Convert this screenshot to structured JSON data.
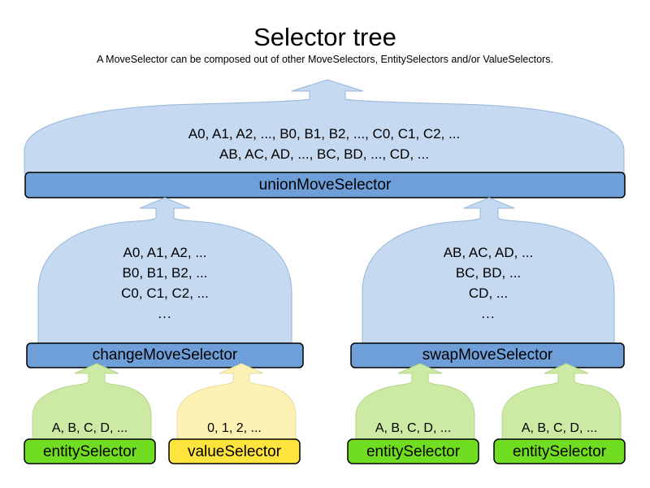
{
  "page": {
    "title": "Selector tree",
    "subtitle": "A MoveSelector can be composed out of other MoveSelectors, EntitySelectors and/or ValueSelectors."
  },
  "colors": {
    "move_fill": "#c5d9f1",
    "move_bar": "#6f9fd8",
    "entity_fill": "#cdeaa4",
    "entity_bar": "#70dd21",
    "value_fill": "#fdf2b4",
    "value_bar": "#ffe43d",
    "outline": "#000000",
    "background": "#ffffff"
  },
  "tree": {
    "root": {
      "id": "union-move-selector",
      "label": "unionMoveSelector",
      "kind": "move-selector",
      "content_lines": [
        "A0, A1, A2, ..., B0, B1, B2, ..., C0, C1, C2, ...",
        "AB, AC, AD, ..., BC, BD, ..., CD, ..."
      ]
    },
    "mid": [
      {
        "id": "change-move-selector",
        "label": "changeMoveSelector",
        "kind": "move-selector",
        "content_lines": [
          "A0, A1, A2, ...",
          "B0, B1, B2, ...",
          "C0, C1, C2, ...",
          "..."
        ]
      },
      {
        "id": "swap-move-selector",
        "label": "swapMoveSelector",
        "kind": "move-selector",
        "content_lines": [
          "AB, AC, AD, ...",
          "BC, BD, ...",
          "CD, ...",
          "..."
        ]
      }
    ],
    "leaves": [
      {
        "id": "entity-selector-1",
        "label": "entitySelector",
        "kind": "entity-selector",
        "content_lines": [
          "A, B, C, D, ..."
        ]
      },
      {
        "id": "value-selector-1",
        "label": "valueSelector",
        "kind": "value-selector",
        "content_lines": [
          "0, 1, 2, ..."
        ]
      },
      {
        "id": "entity-selector-2",
        "label": "entitySelector",
        "kind": "entity-selector",
        "content_lines": [
          "A, B, C, D, ..."
        ]
      },
      {
        "id": "entity-selector-3",
        "label": "entitySelector",
        "kind": "entity-selector",
        "content_lines": [
          "A, B, C, D, ..."
        ]
      }
    ]
  }
}
